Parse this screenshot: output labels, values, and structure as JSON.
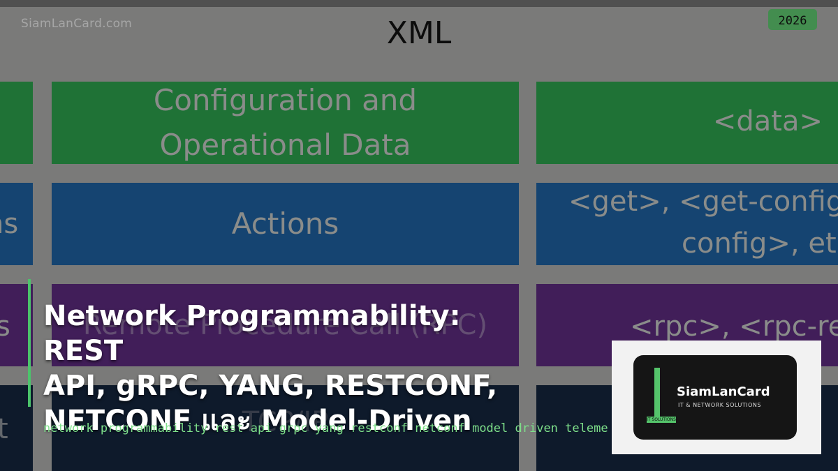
{
  "site": {
    "watermark": "SiamLanCard.com",
    "year": "2026"
  },
  "slide": {
    "title": "XML",
    "rows": [
      {
        "left_fragment": "",
        "center_line1": "Configuration and",
        "center_line2": "Operational Data",
        "right_line1": "<data>",
        "right_line2": ""
      },
      {
        "left_fragment": "ns",
        "center_line1": "Actions",
        "center_line2": "",
        "right_line1": "<get>, <get-config",
        "right_line2": "config>, et"
      },
      {
        "left_fragment": "s",
        "center_line1": "Remote Procedure Call (RPC)",
        "center_line2": "",
        "right_line1": "<rpc>, <rpc-re",
        "right_line2": ""
      },
      {
        "left_fragment": "t",
        "center_line1": "TCP/IP",
        "center_line2": "",
        "right_line1": "",
        "right_line2": ""
      }
    ],
    "colors": {
      "green": "#2c9f4c",
      "blue": "#1e5f9d",
      "purple": "#5a2a7c",
      "navy": "#14243c"
    }
  },
  "headline": {
    "line1": "Network Programmability: REST",
    "line2": "API, gRPC, YANG, RESTCONF,",
    "line3": "NETCONF และ Model-Driven"
  },
  "keywords": "network programmability rest api grpc yang restconf netconf model driven teleme",
  "logo": {
    "name": "SiamLanCard",
    "subtitle": "IT & NETWORK SOLUTIONS",
    "tag": "IT SOLUTIONS",
    "accent": "#55c46b"
  }
}
